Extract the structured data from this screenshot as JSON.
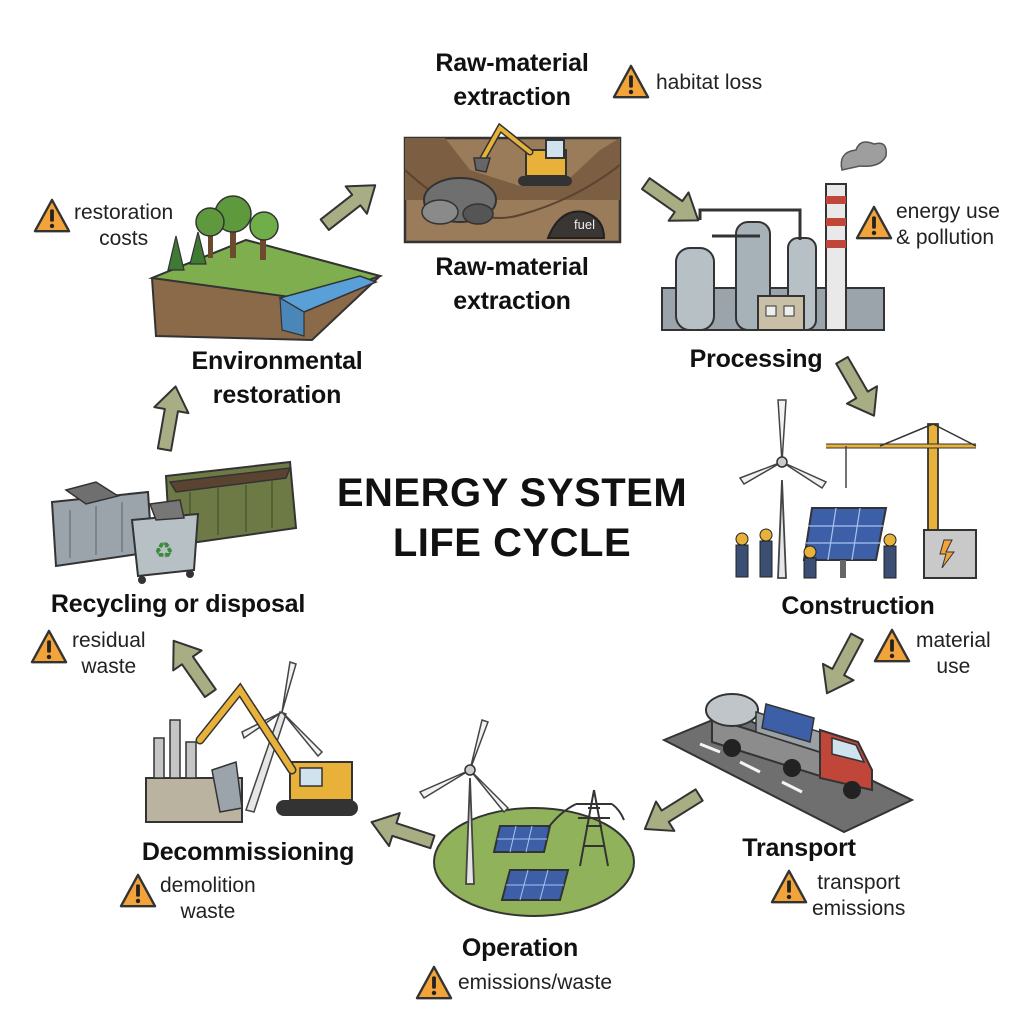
{
  "title": {
    "line1": "ENERGY SYSTEM",
    "line2": "LIFE CYCLE"
  },
  "stages": {
    "extraction": {
      "label_top": [
        "Raw-material",
        "extraction"
      ],
      "label_bottom": [
        "Raw-material",
        "extraction"
      ],
      "impact": [
        "habitat loss"
      ],
      "inline_text": "fuel"
    },
    "processing": {
      "label": [
        "Processing"
      ],
      "impact": [
        "energy use",
        "& pollution"
      ]
    },
    "construction": {
      "label": [
        "Construction"
      ],
      "impact": [
        "material",
        "use"
      ]
    },
    "transport": {
      "label": [
        "Transport"
      ],
      "impact": [
        "transport",
        "emissions"
      ]
    },
    "operation": {
      "label": [
        "Operation"
      ],
      "impact": [
        "emissions/waste"
      ]
    },
    "decommissioning": {
      "label": [
        "Decommissioning"
      ],
      "impact": [
        "demolition",
        "waste"
      ]
    },
    "recycling": {
      "label": [
        "Recycling or disposal"
      ],
      "impact": [
        "residual",
        "waste"
      ]
    },
    "restoration": {
      "label": [
        "Environmental",
        "restoration"
      ],
      "impact": [
        "restoration",
        "costs"
      ]
    }
  },
  "colors": {
    "arrow": "#a9ad83",
    "arrow_outline": "#333333",
    "warning": "#f2a33a",
    "earth": "#8b6a4a",
    "grass": "#7fae4e",
    "steel": "#a7b2b8",
    "solar": "#3d5fa8",
    "crane": "#e8b23a",
    "truck_cab": "#c0463a"
  },
  "icons": [
    "warning-icon",
    "cycle-arrow",
    "excavator-icon",
    "factory-icon",
    "crane-icon",
    "wind-turbine-icon",
    "solar-panel-icon",
    "truck-icon",
    "power-pylon-icon",
    "dumpster-icon",
    "recycle-bin-icon",
    "tree-icon"
  ]
}
